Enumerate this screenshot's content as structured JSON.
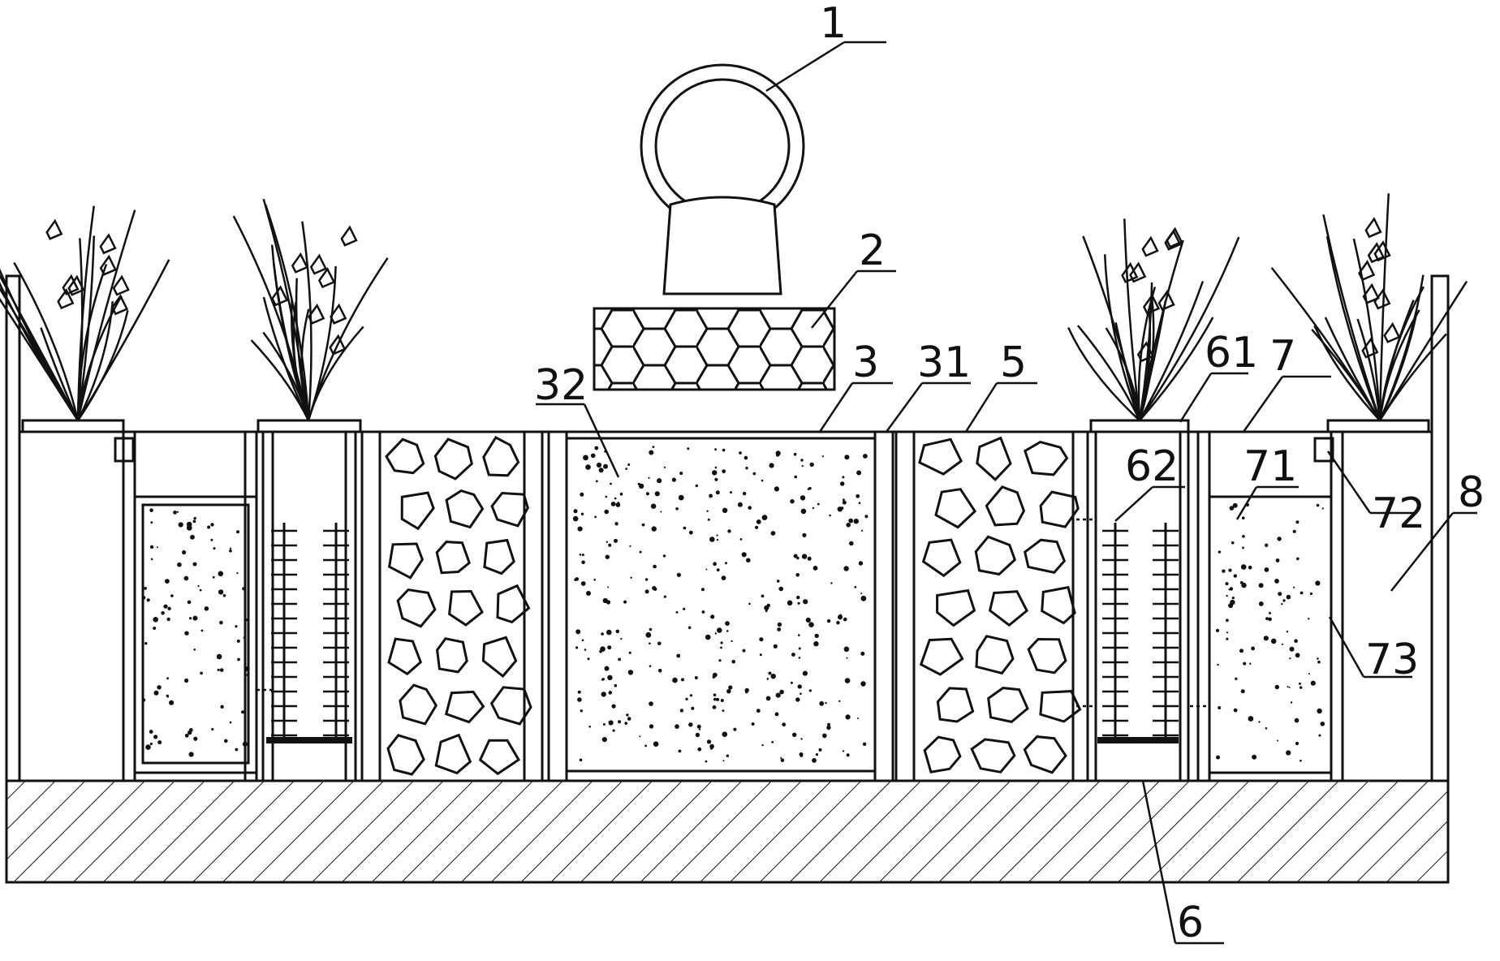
{
  "diagram": {
    "callouts": [
      {
        "id": "pipe",
        "text": "1"
      },
      {
        "id": "distributor",
        "text": "2"
      },
      {
        "id": "center-cover",
        "text": "3"
      },
      {
        "id": "center-wall",
        "text": "31"
      },
      {
        "id": "center-media",
        "text": "32"
      },
      {
        "id": "stone-layer",
        "text": "5"
      },
      {
        "id": "plant-pot",
        "text": "61"
      },
      {
        "id": "pot-body",
        "text": "6"
      },
      {
        "id": "pot-roots",
        "text": "62"
      },
      {
        "id": "side-cover",
        "text": "7"
      },
      {
        "id": "side-media",
        "text": "71"
      },
      {
        "id": "side-outlet",
        "text": "72"
      },
      {
        "id": "side-wall",
        "text": "73"
      },
      {
        "id": "outer-box",
        "text": "8"
      }
    ]
  },
  "colors": {
    "line": "#111111",
    "background": "#ffffff"
  }
}
